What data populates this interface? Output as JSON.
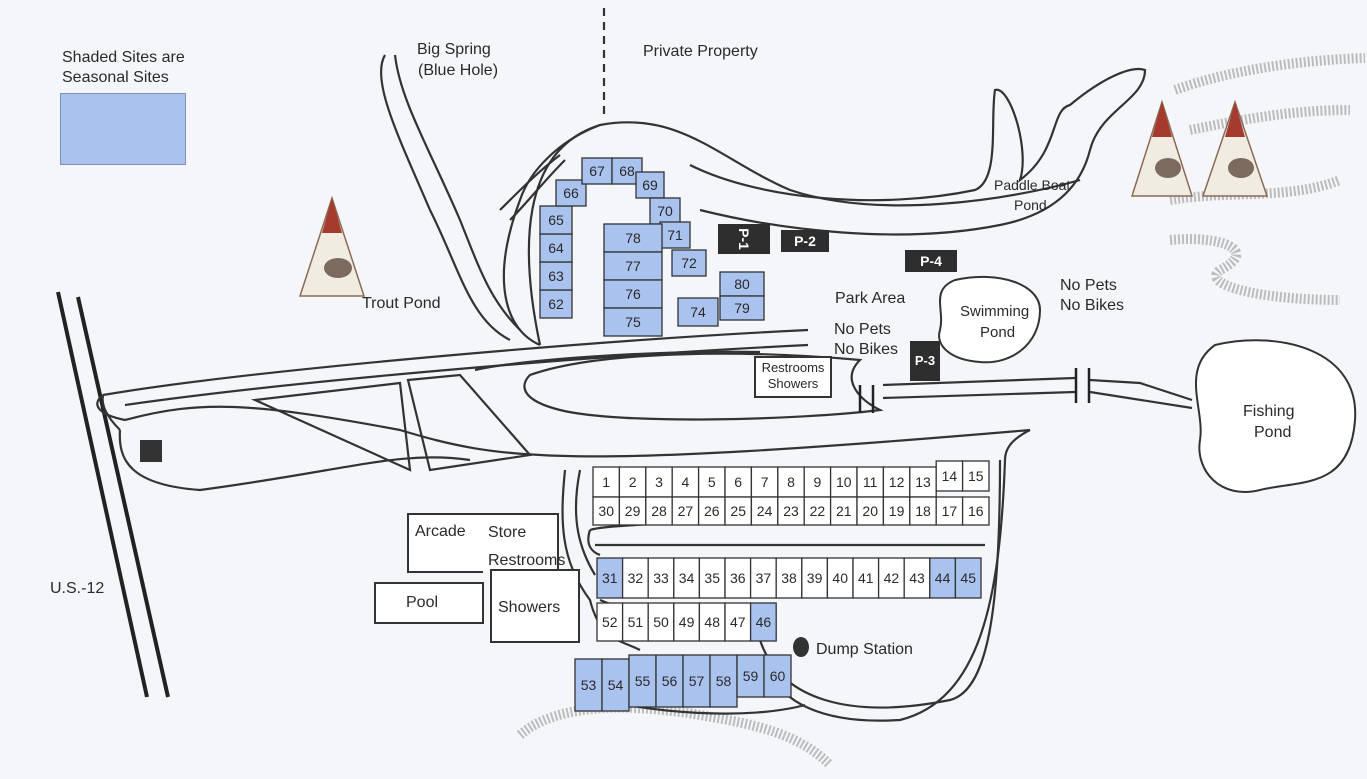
{
  "legend": {
    "line1": "Shaded Sites are",
    "line2": "Seasonal Sites",
    "shade_color": "#aac2ee"
  },
  "labels": {
    "big_spring_1": "Big Spring",
    "big_spring_2": "(Blue Hole)",
    "private_property": "Private Property",
    "paddle_boat_1": "Paddle Boat",
    "paddle_boat_2": "Pond",
    "trout_pond": "Trout Pond",
    "park_area": "Park Area",
    "no_pets_1": "No Pets",
    "no_bikes_1": "No Bikes",
    "swimming_1": "Swimming",
    "swimming_2": "Pond",
    "no_pets_2": "No Pets",
    "no_bikes_2": "No Bikes",
    "restrooms_top_1": "Restrooms",
    "restrooms_top_2": "Showers",
    "fishing_1": "Fishing",
    "fishing_2": "Pond",
    "arcade": "Arcade",
    "store": "Store",
    "restrooms": "Restrooms",
    "pool": "Pool",
    "showers": "Showers",
    "us12": "U.S.-12",
    "dump_station": "Dump Station"
  },
  "parking": {
    "p1": "P-1",
    "p2": "P-2",
    "p3": "P-3",
    "p4": "P-4"
  },
  "sites_seasonal": [
    "31",
    "44",
    "45",
    "46",
    "53",
    "54",
    "55",
    "56",
    "57",
    "58",
    "59",
    "60",
    "62",
    "63",
    "64",
    "65",
    "66",
    "67",
    "68",
    "69",
    "70",
    "71",
    "72",
    "74",
    "75",
    "76",
    "77",
    "78",
    "79",
    "80"
  ],
  "sites_row_a_top": [
    "1",
    "2",
    "3",
    "4",
    "5",
    "6",
    "7",
    "8",
    "9",
    "10",
    "11",
    "12",
    "13",
    "14",
    "15"
  ],
  "sites_row_a_bottom": [
    "30",
    "29",
    "28",
    "27",
    "26",
    "25",
    "24",
    "23",
    "22",
    "21",
    "20",
    "19",
    "18",
    "17",
    "16"
  ],
  "sites_row_b_top": [
    "31",
    "32",
    "33",
    "34",
    "35",
    "36",
    "37",
    "38",
    "39",
    "40",
    "41",
    "42",
    "43",
    "44",
    "45"
  ],
  "sites_row_b_bottom": [
    "52",
    "51",
    "50",
    "49",
    "48",
    "47",
    "46"
  ],
  "sites_row_c": [
    "53",
    "54",
    "55",
    "56",
    "57",
    "58",
    "59",
    "60"
  ],
  "sites_loop": [
    "62",
    "63",
    "64",
    "65",
    "66",
    "67",
    "68",
    "69",
    "70",
    "71",
    "72"
  ],
  "sites_loop_inner": [
    "78",
    "77",
    "76",
    "75"
  ],
  "sites_loop_right": [
    "74",
    "80",
    "79"
  ]
}
